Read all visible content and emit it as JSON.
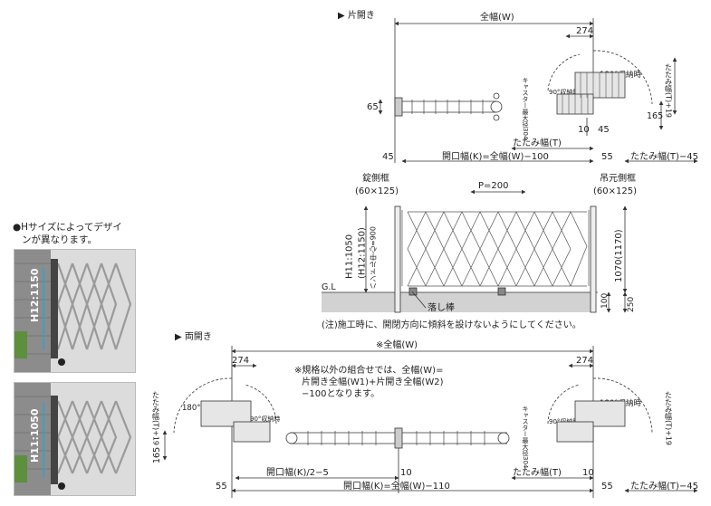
{
  "sections": {
    "single": "片開き",
    "double": "両開き"
  },
  "left_panel": {
    "note": [
      "●Hサイズによってデザイ",
      "ンが異なります。"
    ],
    "photo_top_label": "H12:1150",
    "photo_bottom_label": "H11:1050"
  },
  "single_plan": {
    "total_width": "全幅(W)",
    "d274": "274",
    "open_180": "180°収納時",
    "open_90": "90°収納時",
    "d65": "65",
    "caster": "キャスター最大径304",
    "folded_t19": "たたみ幅(T)+19",
    "d165": "165",
    "d10": "10",
    "d45": "45",
    "folded": "たたみ幅(T)",
    "left45": "45",
    "opening": "開口幅(K)=全幅(W)−100",
    "right55": "55",
    "folded_minus": "たたみ幅(T)−45"
  },
  "elevation": {
    "latch_post": "錠側框",
    "latch_size": "(60×125)",
    "pitch": "P=200",
    "hinge_post": "吊元側框",
    "hinge_size": "(60×125)",
    "h11": "H11:1050",
    "h12": "(H12:1150)",
    "handle": "ハンドル中心=900",
    "h1070": "1070(1170)",
    "d100": "100",
    "d250": "250",
    "gl": "G.L",
    "drop_bar": "落し棒",
    "caution": "(注)施工時に、開閉方向に傾斜を設けないようにしてください。"
  },
  "double_plan": {
    "total_width": "※全幅(W)",
    "d274_left": "274",
    "d274_right": "274",
    "note": [
      "※規格以外の組合せでは、全幅(W)=",
      "片開き全幅(W1)+片開き全幅(W2)",
      "−100となります。"
    ],
    "open_180_left": "180°収納時",
    "open_90_left": "90°収納時",
    "open_180_right": "180°収納時",
    "open_90_right": "90°収納時",
    "folded_t19_left": "たたみ幅(T)+19",
    "folded_t19_right": "たたみ幅(T)+19",
    "caster": "キャスター最大径304",
    "d165": "165",
    "opening_half": "開口幅(K)/2−5",
    "d10_mid": "10",
    "folded": "たたみ幅(T)",
    "d10_right": "10",
    "left55": "55",
    "opening": "開口幅(K)=全幅(W)−110",
    "right55": "55",
    "folded_minus": "たたみ幅(T)−45"
  }
}
